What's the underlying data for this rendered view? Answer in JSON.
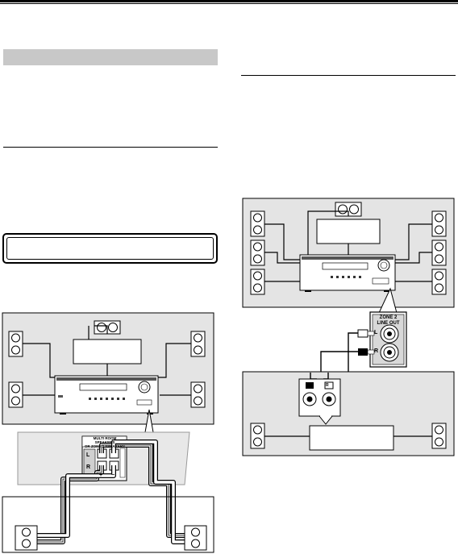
{
  "left_diagram": {
    "speaker_terminal_title_line1": "MULTI ROOM SPEAKERS",
    "speaker_terminal_title_line2": "OR ZONE 2 SPEAKERS",
    "channel_left": "L",
    "channel_right": "R",
    "polarity_plus": "+",
    "polarity_minus": "−"
  },
  "right_diagram": {
    "zone_jack_title_line1": "ZONE 2",
    "zone_jack_title_line2": "LINE OUT",
    "jack_left": "L",
    "jack_right": "R",
    "plug_left": "L",
    "plug_right": "R"
  },
  "icons": {
    "speaker": "speaker-box-icon",
    "receiver": "av-receiver-icon",
    "rca_jack": "rca-jack-icon"
  }
}
